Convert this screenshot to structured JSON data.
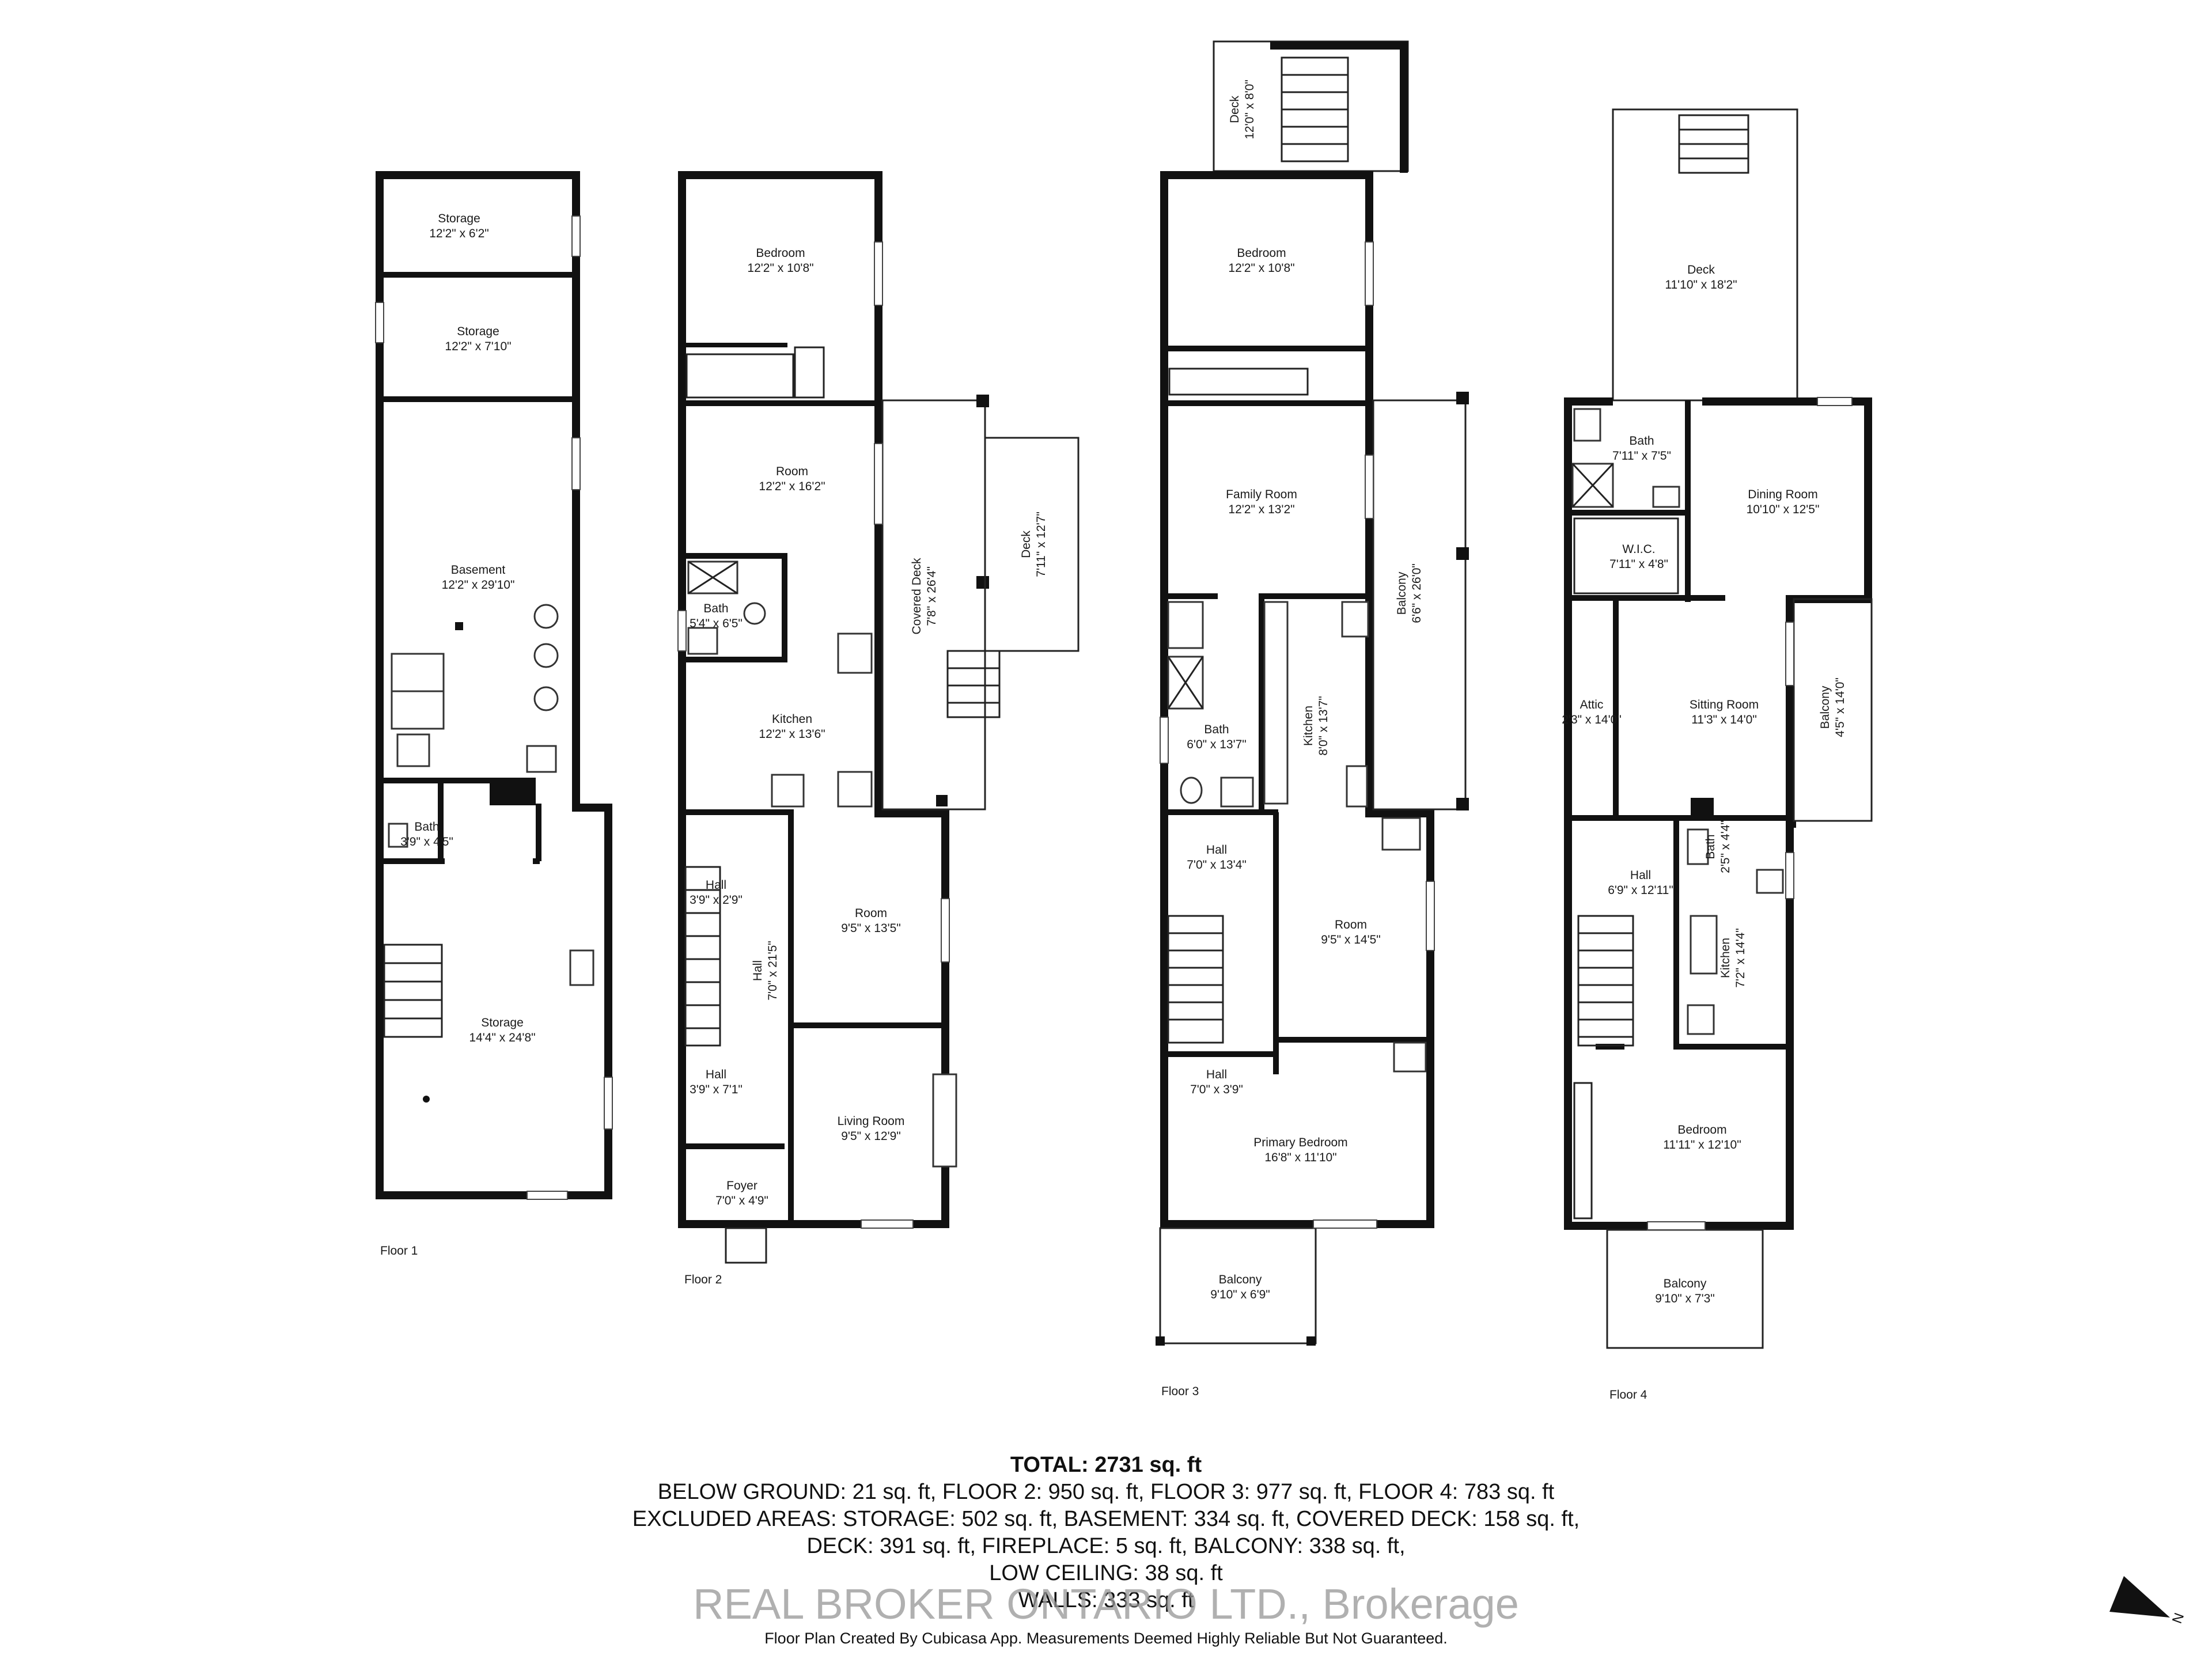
{
  "floors": [
    {
      "label": "Floor 1",
      "rooms": [
        {
          "name": "Storage",
          "dims": "12'2\" x 6'2\""
        },
        {
          "name": "Storage",
          "dims": "12'2\" x 7'10\""
        },
        {
          "name": "Basement",
          "dims": "12'2\" x 29'10\""
        },
        {
          "name": "Bath",
          "dims": "3'9\" x 4'5\""
        },
        {
          "name": "Storage",
          "dims": "14'4\" x 24'8\""
        }
      ]
    },
    {
      "label": "Floor 2",
      "rooms": [
        {
          "name": "Bedroom",
          "dims": "12'2\" x 10'8\""
        },
        {
          "name": "Room",
          "dims": "12'2\" x 16'2\""
        },
        {
          "name": "Bath",
          "dims": "5'4\" x 6'5\""
        },
        {
          "name": "Kitchen",
          "dims": "12'2\" x 13'6\""
        },
        {
          "name": "Covered Deck",
          "dims": "7'8\" x 26'4\""
        },
        {
          "name": "Deck",
          "dims": "7'11\" x 12'7\""
        },
        {
          "name": "Hall",
          "dims": "3'9\" x 2'9\""
        },
        {
          "name": "Hall",
          "dims": "7'0\" x 21'5\""
        },
        {
          "name": "Room",
          "dims": "9'5\" x 13'5\""
        },
        {
          "name": "Hall",
          "dims": "3'9\" x 7'1\""
        },
        {
          "name": "Living Room",
          "dims": "9'5\" x 12'9\""
        },
        {
          "name": "Foyer",
          "dims": "7'0\" x 4'9\""
        }
      ]
    },
    {
      "label": "Floor 3",
      "rooms": [
        {
          "name": "Deck",
          "dims": "12'0\" x 8'0\""
        },
        {
          "name": "Bedroom",
          "dims": "12'2\" x 10'8\""
        },
        {
          "name": "Family Room",
          "dims": "12'2\" x 13'2\""
        },
        {
          "name": "Balcony",
          "dims": "6'6\" x 26'0\""
        },
        {
          "name": "Bath",
          "dims": "6'0\" x 13'7\""
        },
        {
          "name": "Kitchen",
          "dims": "8'0\" x 13'7\""
        },
        {
          "name": "Hall",
          "dims": "7'0\" x 13'4\""
        },
        {
          "name": "Room",
          "dims": "9'5\" x 14'5\""
        },
        {
          "name": "Hall",
          "dims": "7'0\" x 3'9\""
        },
        {
          "name": "Primary Bedroom",
          "dims": "16'8\" x 11'10\""
        },
        {
          "name": "Balcony",
          "dims": "9'10\" x 6'9\""
        }
      ]
    },
    {
      "label": "Floor 4",
      "rooms": [
        {
          "name": "Deck",
          "dims": "11'10\" x 18'2\""
        },
        {
          "name": "Bath",
          "dims": "7'11\" x 7'5\""
        },
        {
          "name": "Dining Room",
          "dims": "10'10\" x 12'5\""
        },
        {
          "name": "W.I.C.",
          "dims": "7'11\" x 4'8\""
        },
        {
          "name": "Attic",
          "dims": "2'3\" x 14'0\""
        },
        {
          "name": "Sitting Room",
          "dims": "11'3\" x 14'0\""
        },
        {
          "name": "Balcony",
          "dims": "4'5\" x 14'0\""
        },
        {
          "name": "Hall",
          "dims": "6'9\" x 12'11\""
        },
        {
          "name": "Bath",
          "dims": "2'5\" x 4'4\""
        },
        {
          "name": "Kitchen",
          "dims": "7'2\" x 14'4\""
        },
        {
          "name": "Bedroom",
          "dims": "11'11\" x 12'10\""
        },
        {
          "name": "Balcony",
          "dims": "9'10\" x 7'3\""
        }
      ]
    }
  ],
  "summary": {
    "total": "TOTAL: 2731 sq. ft",
    "line1": "BELOW GROUND: 21 sq. ft, FLOOR 2: 950 sq. ft, FLOOR 3: 977 sq. ft, FLOOR 4: 783 sq. ft",
    "line2": "EXCLUDED AREAS: STORAGE: 502 sq. ft, BASEMENT: 334 sq. ft, COVERED DECK: 158 sq. ft,",
    "line3": "DECK: 391 sq. ft, FIREPLACE: 5 sq. ft, BALCONY: 338 sq. ft,",
    "line4": "LOW CEILING: 38 sq. ft",
    "line5": "WALLS: 333 sq. ft"
  },
  "watermark": "REAL BROKER ONTARIO LTD., Brokerage",
  "credit": "Floor Plan Created By Cubicasa App. Measurements Deemed Highly Reliable But Not Guaranteed.",
  "compass": {
    "letter": "N",
    "icon": "north-arrow-icon"
  }
}
